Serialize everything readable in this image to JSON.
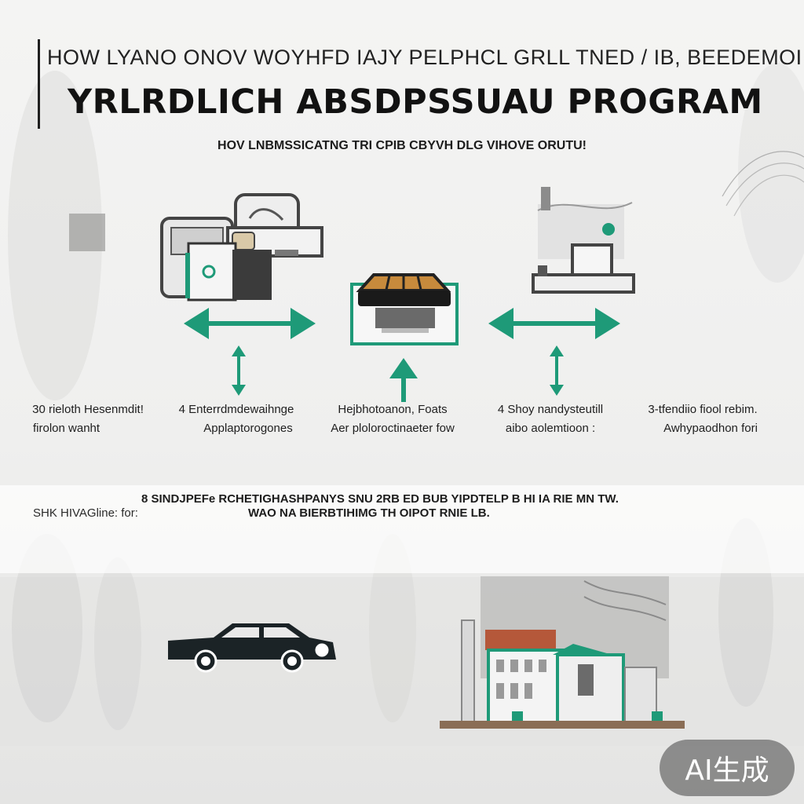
{
  "header": {
    "top_text": "HOW LYANO ONOV WOYHFD IAJY PELPHCL GRLL TNED / IB, BEEDEMOI",
    "title": "YRLRDLICH ABSDPSSUAU PROGRAM",
    "subtitle": "HOV LNBMSSICATNG TRI CPIB CBYVH DLG VIHOVE ORUTU!"
  },
  "steps": [
    {
      "line1": "30 rieloth Hesenmdit!",
      "line2": "firolon wanht"
    },
    {
      "line1": "4 Enterrdmdewaihnge",
      "line2": "Applaptorogones"
    },
    {
      "line1": "Hejbhotoanon, Foats",
      "line2": "Aer ploloroctinaeter fow"
    },
    {
      "line1": "4 Shoy nandysteutill",
      "line2": "aibo aolemtioon :"
    },
    {
      "line1": "3-tfendiio fiool rebim.",
      "line2": "Awhypaodhon fori"
    }
  ],
  "middle": {
    "line1": "8 SINDJPEFe  RCHETIGHASHPANYS SNU 2RB ED BUB YIPDTELP B HI IA RIE MN TW.",
    "left": "SHK HIVAGline: for:",
    "line2": "WAO NA BIERBTIHIMG TH OIPOT RNIE LB."
  },
  "badge": {
    "label": "AI生成"
  },
  "colors": {
    "accent": "#1e9a78",
    "dark": "#161616",
    "background": "#f1f1f0"
  },
  "icons": [
    "machine-icon",
    "conveyor-device-icon",
    "factory-equipment-icon",
    "double-arrow-icon",
    "up-arrow-icon",
    "car-icon",
    "building-icon"
  ]
}
